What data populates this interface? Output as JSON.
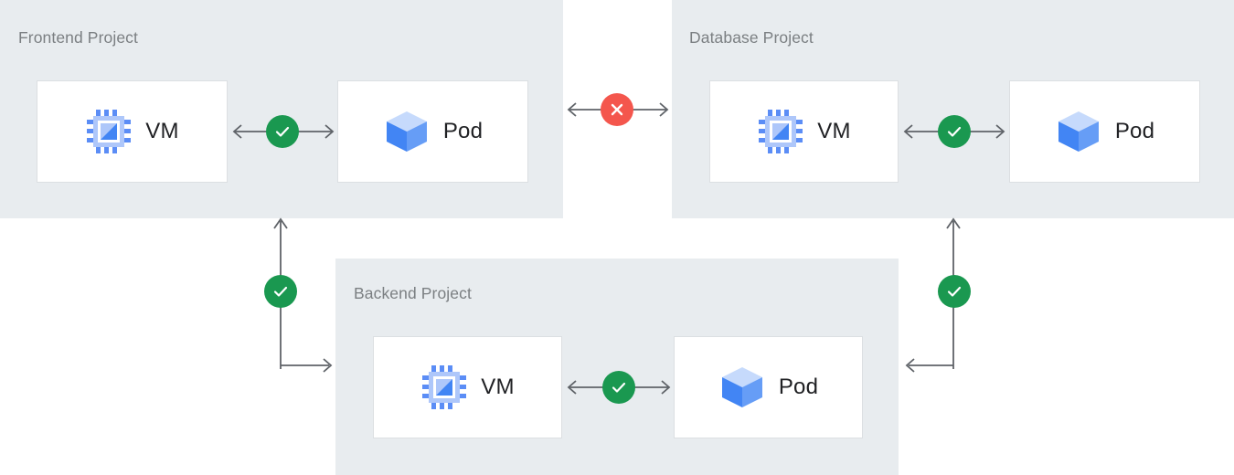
{
  "diagram": {
    "title_color": "#7b7f82",
    "panel_color": "#e8ecef",
    "card_color": "#ffffff",
    "card_border_color": "#dcdfe2",
    "line_color": "#5f6368",
    "ok_color": "#1a9850",
    "fail_color": "#f4564d",
    "vm_icon_color": "#5b8df6",
    "pod_icon_color": "#4285f4"
  },
  "panels": [
    {
      "id": "frontend",
      "title": "Frontend Project",
      "resources": [
        {
          "icon": "vm-chip-icon",
          "label": "VM"
        },
        {
          "icon": "pod-cube-icon",
          "label": "Pod"
        }
      ],
      "internal_link_status": "ok"
    },
    {
      "id": "database",
      "title": "Database Project",
      "resources": [
        {
          "icon": "vm-chip-icon",
          "label": "VM"
        },
        {
          "icon": "pod-cube-icon",
          "label": "Pod"
        }
      ],
      "internal_link_status": "ok"
    },
    {
      "id": "backend",
      "title": "Backend Project",
      "resources": [
        {
          "icon": "vm-chip-icon",
          "label": "VM"
        },
        {
          "icon": "pod-cube-icon",
          "label": "Pod"
        }
      ],
      "internal_link_status": "ok"
    }
  ],
  "connections": [
    {
      "id": "frontend-database",
      "from": "frontend",
      "to": "database",
      "status": "fail",
      "badge_icon": "x-circle-icon",
      "direction": "bidirectional"
    },
    {
      "id": "frontend-backend",
      "from": "frontend",
      "to": "backend",
      "status": "ok",
      "badge_icon": "check-circle-icon",
      "direction": "bidirectional"
    },
    {
      "id": "database-backend",
      "from": "database",
      "to": "backend",
      "status": "ok",
      "badge_icon": "check-circle-icon",
      "direction": "bidirectional"
    }
  ],
  "internal_links": [
    {
      "id": "frontend-vm-pod",
      "status": "ok",
      "badge_icon": "check-circle-icon"
    },
    {
      "id": "database-vm-pod",
      "status": "ok",
      "badge_icon": "check-circle-icon"
    },
    {
      "id": "backend-vm-pod",
      "status": "ok",
      "badge_icon": "check-circle-icon"
    }
  ]
}
